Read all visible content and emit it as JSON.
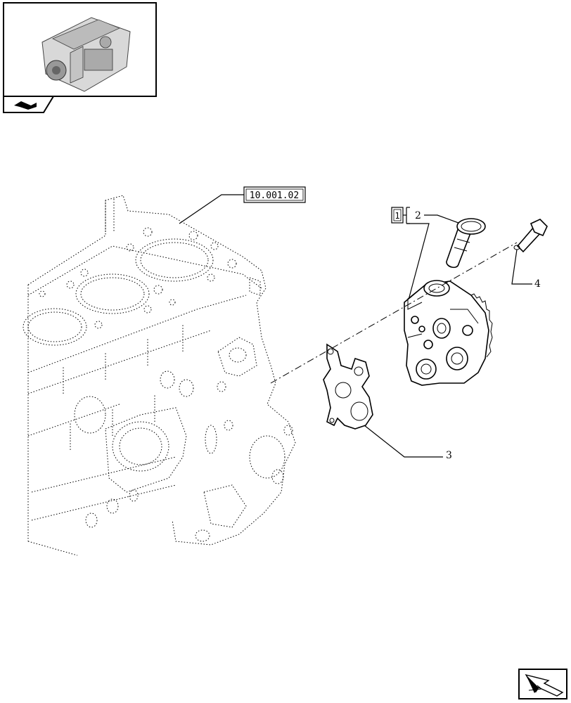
{
  "reference": {
    "section_code": "10.001.02",
    "kit_number": "1"
  },
  "callouts": [
    "2",
    "3",
    "4"
  ],
  "icons": {
    "thumbnail": "engine-thumbnail-icon",
    "section_tab": "engine-section-icon",
    "nav": "next-page-arrow-icon"
  },
  "colors": {
    "line": "#000000",
    "background": "#ffffff",
    "thumb_fill": "#d8d8d8"
  }
}
